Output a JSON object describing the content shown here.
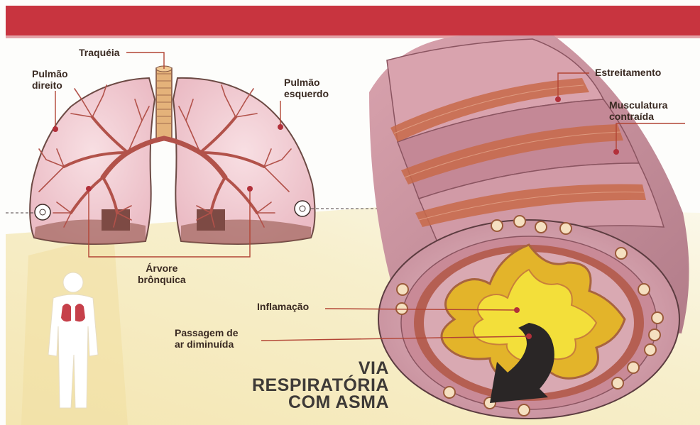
{
  "colors": {
    "banner": "#c8343f",
    "lung_fill": "#f3d4da",
    "bronchi": "#b2524a",
    "callout_line": "#b24434",
    "callout_dot": "#b2303a",
    "airway_outer": "#c98a97",
    "muscle_band": "#c86a4a",
    "inflamed_tissue": "#e3b42a",
    "lumen_yellow": "#f3df3a",
    "background_cream": "#f7efc8",
    "title_text": "#3e3a37"
  },
  "labels": {
    "trachea": "Traquéia",
    "right_lung": "Pulmão\ndireito",
    "left_lung": "Pulmão\nesquerdo",
    "bronchial_tree": "Árvore\nbrônquica",
    "narrowing": "Estreitamento",
    "contracted_muscle": "Musculatura\ncontraída",
    "inflammation": "Inflamação",
    "reduced_airflow": "Passagem de\nar diminuída"
  },
  "title": {
    "line1": "VIA",
    "line2": "RESPIRATÓRIA",
    "line3": "COM ASMA"
  },
  "icons": [
    "human-silhouette-icon",
    "airflow-arrow-icon"
  ]
}
